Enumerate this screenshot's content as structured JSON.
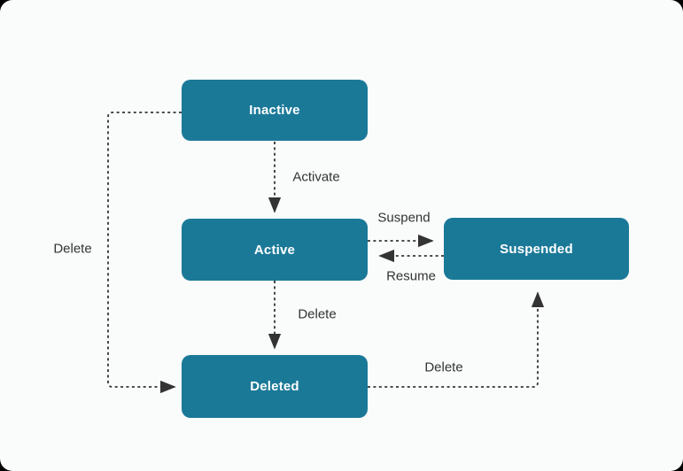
{
  "diagram": {
    "type": "state-diagram",
    "states": [
      {
        "id": "inactive",
        "label": "Inactive"
      },
      {
        "id": "active",
        "label": "Active"
      },
      {
        "id": "suspended",
        "label": "Suspended"
      },
      {
        "id": "deleted",
        "label": "Deleted"
      }
    ],
    "transitions": [
      {
        "from": "Inactive",
        "to": "Active",
        "label": "Activate"
      },
      {
        "from": "Active",
        "to": "Suspended",
        "label": "Suspend"
      },
      {
        "from": "Suspended",
        "to": "Active",
        "label": "Resume"
      },
      {
        "from": "Active",
        "to": "Deleted",
        "label": "Delete"
      },
      {
        "from": "Inactive",
        "to": "Deleted",
        "label": "Delete"
      },
      {
        "from": "Deleted",
        "to": "Suspended",
        "label": "Delete"
      }
    ],
    "colors": {
      "state_fill": "#1b7998",
      "state_text": "#ffffff",
      "edge": "#333333",
      "label_text": "#333333",
      "background": "#fafbfb",
      "frame": "#000000"
    },
    "edge_style": "dashed"
  }
}
